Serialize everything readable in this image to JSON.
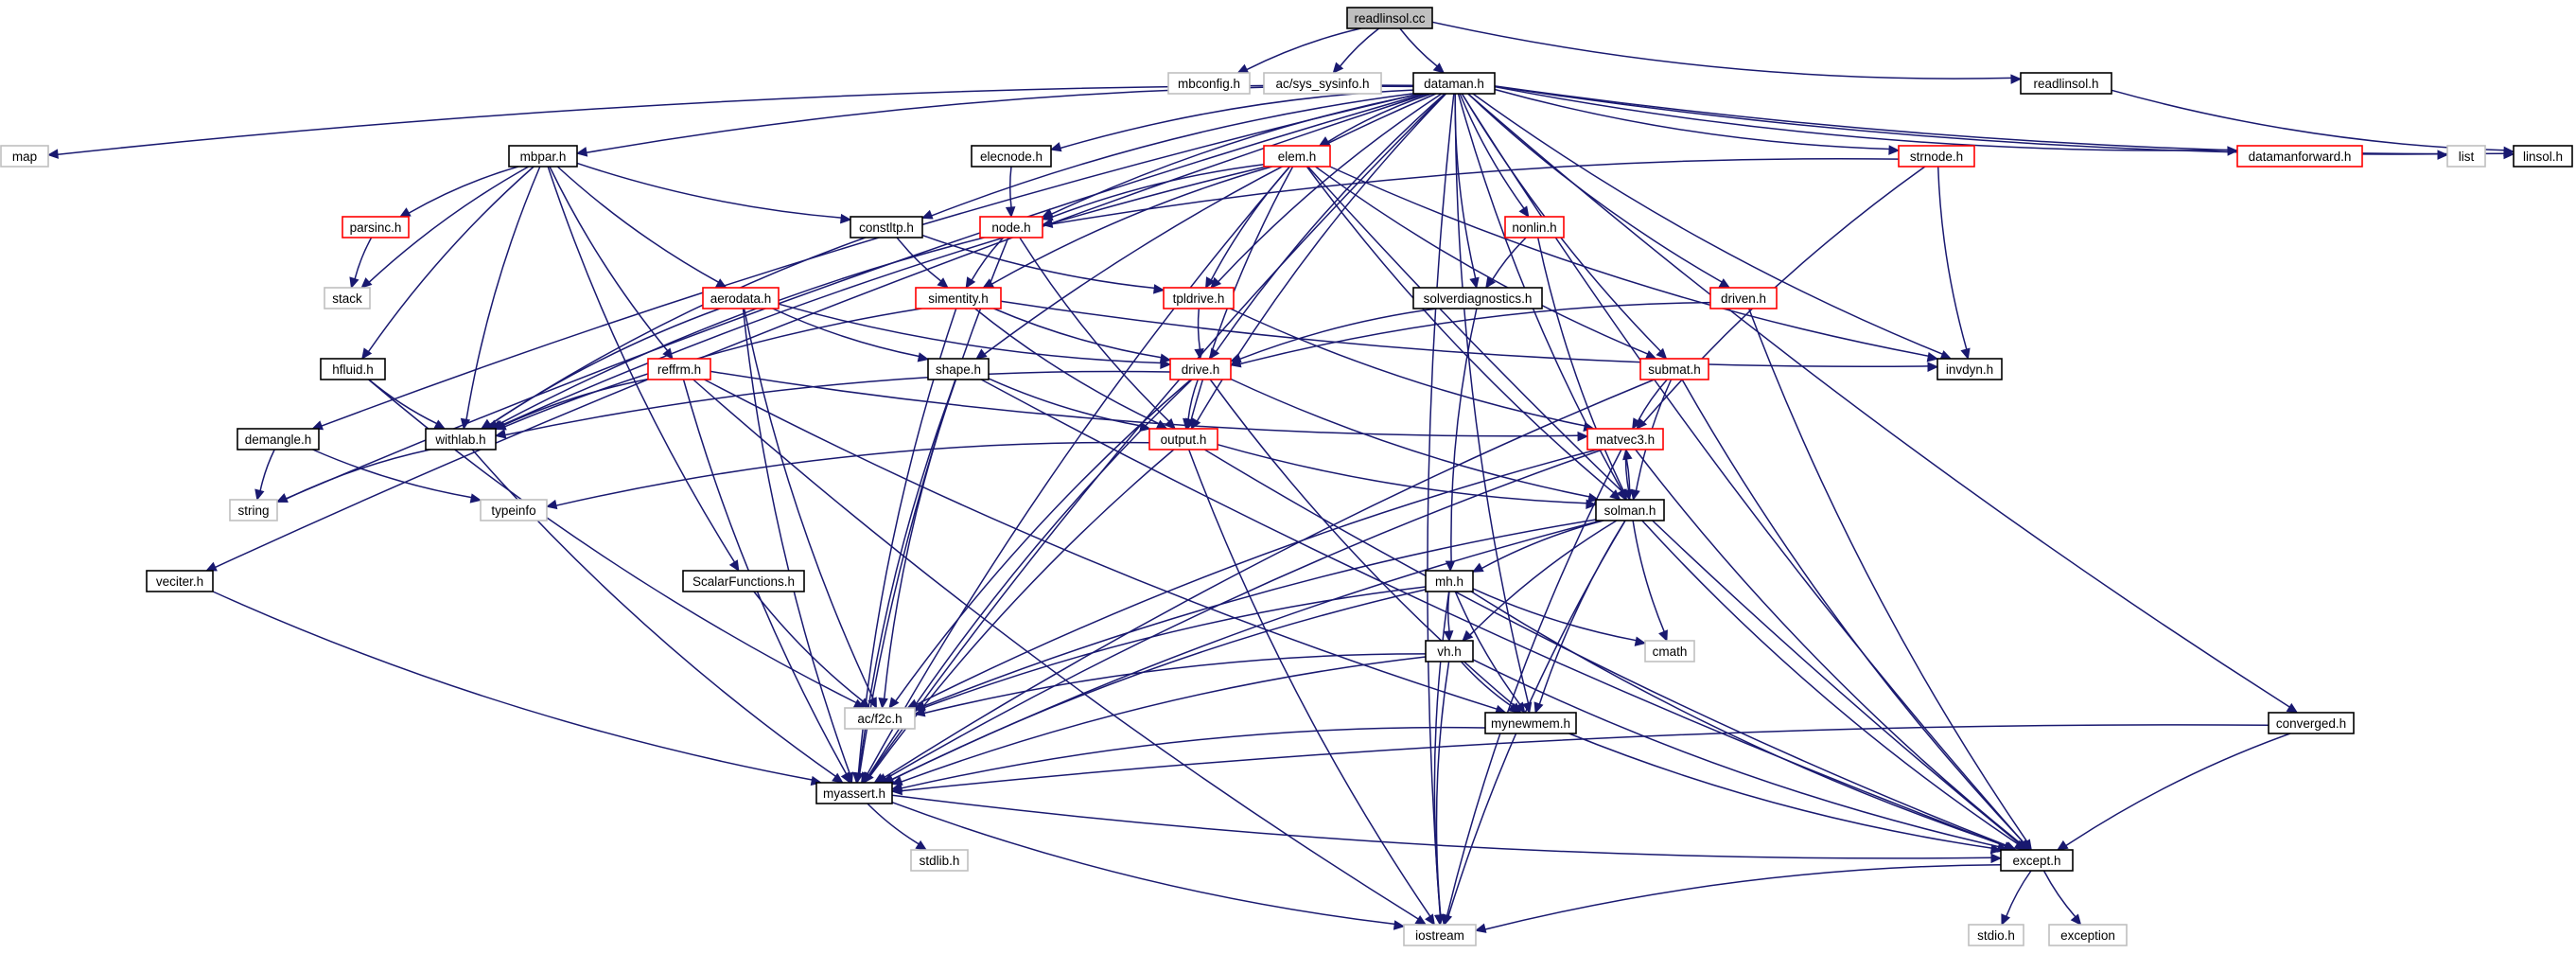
{
  "colors": {
    "edge": "#191970",
    "local_header_border": "#000000",
    "truncated_border": "#ff0000",
    "system_header_border": "#bfbfbf",
    "root_fill": "#bfbfbf",
    "background": "#ffffff"
  },
  "nodes": [
    {
      "id": "readlinsol_cc",
      "label": "readlinsol.cc",
      "kind": "root"
    },
    {
      "id": "mbconfig_h",
      "label": "mbconfig.h",
      "kind": "system"
    },
    {
      "id": "ac_sys_sysinfo_h",
      "label": "ac/sys_sysinfo.h",
      "kind": "system"
    },
    {
      "id": "dataman_h",
      "label": "dataman.h",
      "kind": "local"
    },
    {
      "id": "readlinsol_h",
      "label": "readlinsol.h",
      "kind": "local"
    },
    {
      "id": "map",
      "label": "map",
      "kind": "system"
    },
    {
      "id": "mbpar_h",
      "label": "mbpar.h",
      "kind": "local"
    },
    {
      "id": "elecnode_h",
      "label": "elecnode.h",
      "kind": "local"
    },
    {
      "id": "elem_h",
      "label": "elem.h",
      "kind": "truncated"
    },
    {
      "id": "strnode_h",
      "label": "strnode.h",
      "kind": "truncated"
    },
    {
      "id": "datamanforward_h",
      "label": "datamanforward.h",
      "kind": "truncated"
    },
    {
      "id": "list",
      "label": "list",
      "kind": "system"
    },
    {
      "id": "linsol_h",
      "label": "linsol.h",
      "kind": "local"
    },
    {
      "id": "parsinc_h",
      "label": "parsinc.h",
      "kind": "truncated"
    },
    {
      "id": "constltp_h",
      "label": "constltp.h",
      "kind": "local"
    },
    {
      "id": "node_h",
      "label": "node.h",
      "kind": "truncated"
    },
    {
      "id": "nonlin_h",
      "label": "nonlin.h",
      "kind": "truncated"
    },
    {
      "id": "stack",
      "label": "stack",
      "kind": "system"
    },
    {
      "id": "aerodata_h",
      "label": "aerodata.h",
      "kind": "truncated"
    },
    {
      "id": "simentity_h",
      "label": "simentity.h",
      "kind": "truncated"
    },
    {
      "id": "tpldrive_h",
      "label": "tpldrive.h",
      "kind": "truncated"
    },
    {
      "id": "solverdiagnostics_h",
      "label": "solverdiagnostics.h",
      "kind": "local"
    },
    {
      "id": "driven_h",
      "label": "driven.h",
      "kind": "truncated"
    },
    {
      "id": "invdyn_h",
      "label": "invdyn.h",
      "kind": "local"
    },
    {
      "id": "hfluid_h",
      "label": "hfluid.h",
      "kind": "local"
    },
    {
      "id": "reffrm_h",
      "label": "reffrm.h",
      "kind": "truncated"
    },
    {
      "id": "shape_h",
      "label": "shape.h",
      "kind": "local"
    },
    {
      "id": "drive_h",
      "label": "drive.h",
      "kind": "truncated"
    },
    {
      "id": "submat_h",
      "label": "submat.h",
      "kind": "truncated"
    },
    {
      "id": "demangle_h",
      "label": "demangle.h",
      "kind": "local"
    },
    {
      "id": "withlab_h",
      "label": "withlab.h",
      "kind": "local"
    },
    {
      "id": "output_h",
      "label": "output.h",
      "kind": "truncated"
    },
    {
      "id": "matvec3_h",
      "label": "matvec3.h",
      "kind": "truncated"
    },
    {
      "id": "string",
      "label": "string",
      "kind": "system"
    },
    {
      "id": "typeinfo",
      "label": "typeinfo",
      "kind": "system"
    },
    {
      "id": "solman_h",
      "label": "solman.h",
      "kind": "local"
    },
    {
      "id": "veciter_h",
      "label": "veciter.h",
      "kind": "local"
    },
    {
      "id": "scalarfunctions_h",
      "label": "ScalarFunctions.h",
      "kind": "local"
    },
    {
      "id": "mh_h",
      "label": "mh.h",
      "kind": "local"
    },
    {
      "id": "cmath",
      "label": "cmath",
      "kind": "system"
    },
    {
      "id": "vh_h",
      "label": "vh.h",
      "kind": "local"
    },
    {
      "id": "ac_f2c_h",
      "label": "ac/f2c.h",
      "kind": "system"
    },
    {
      "id": "mynewmem_h",
      "label": "mynewmem.h",
      "kind": "local"
    },
    {
      "id": "converged_h",
      "label": "converged.h",
      "kind": "local"
    },
    {
      "id": "myassert_h",
      "label": "myassert.h",
      "kind": "local"
    },
    {
      "id": "stdlib_h",
      "label": "stdlib.h",
      "kind": "system"
    },
    {
      "id": "except_h",
      "label": "except.h",
      "kind": "local"
    },
    {
      "id": "stdio_h",
      "label": "stdio.h",
      "kind": "system"
    },
    {
      "id": "exception",
      "label": "exception",
      "kind": "system"
    },
    {
      "id": "iostream",
      "label": "iostream",
      "kind": "system"
    }
  ],
  "edges": [
    [
      "readlinsol_cc",
      "mbconfig_h"
    ],
    [
      "readlinsol_cc",
      "ac_sys_sysinfo_h"
    ],
    [
      "readlinsol_cc",
      "dataman_h"
    ],
    [
      "readlinsol_cc",
      "readlinsol_h"
    ],
    [
      "readlinsol_h",
      "linsol_h"
    ],
    [
      "dataman_h",
      "map"
    ],
    [
      "dataman_h",
      "mbpar_h"
    ],
    [
      "dataman_h",
      "elecnode_h"
    ],
    [
      "dataman_h",
      "elem_h"
    ],
    [
      "dataman_h",
      "strnode_h"
    ],
    [
      "dataman_h",
      "datamanforward_h"
    ],
    [
      "dataman_h",
      "list"
    ],
    [
      "dataman_h",
      "linsol_h"
    ],
    [
      "dataman_h",
      "constltp_h"
    ],
    [
      "dataman_h",
      "node_h"
    ],
    [
      "dataman_h",
      "nonlin_h"
    ],
    [
      "dataman_h",
      "solverdiagnostics_h"
    ],
    [
      "dataman_h",
      "driven_h"
    ],
    [
      "dataman_h",
      "invdyn_h"
    ],
    [
      "dataman_h",
      "tpldrive_h"
    ],
    [
      "dataman_h",
      "shape_h"
    ],
    [
      "dataman_h",
      "drive_h"
    ],
    [
      "dataman_h",
      "submat_h"
    ],
    [
      "dataman_h",
      "demangle_h"
    ],
    [
      "dataman_h",
      "output_h"
    ],
    [
      "dataman_h",
      "string"
    ],
    [
      "dataman_h",
      "solman_h"
    ],
    [
      "dataman_h",
      "veciter_h"
    ],
    [
      "dataman_h",
      "myassert_h"
    ],
    [
      "dataman_h",
      "mynewmem_h"
    ],
    [
      "dataman_h",
      "converged_h"
    ],
    [
      "dataman_h",
      "except_h"
    ],
    [
      "dataman_h",
      "iostream"
    ],
    [
      "mbpar_h",
      "parsinc_h"
    ],
    [
      "mbpar_h",
      "stack"
    ],
    [
      "mbpar_h",
      "constltp_h"
    ],
    [
      "mbpar_h",
      "aerodata_h"
    ],
    [
      "mbpar_h",
      "hfluid_h"
    ],
    [
      "mbpar_h",
      "reffrm_h"
    ],
    [
      "mbpar_h",
      "scalarfunctions_h"
    ],
    [
      "mbpar_h",
      "withlab_h"
    ],
    [
      "parsinc_h",
      "stack"
    ],
    [
      "elecnode_h",
      "node_h"
    ],
    [
      "elem_h",
      "node_h"
    ],
    [
      "elem_h",
      "simentity_h"
    ],
    [
      "elem_h",
      "tpldrive_h"
    ],
    [
      "elem_h",
      "withlab_h"
    ],
    [
      "elem_h",
      "output_h"
    ],
    [
      "elem_h",
      "submat_h"
    ],
    [
      "elem_h",
      "invdyn_h"
    ],
    [
      "elem_h",
      "solman_h"
    ],
    [
      "elem_h",
      "myassert_h"
    ],
    [
      "elem_h",
      "except_h"
    ],
    [
      "strnode_h",
      "node_h"
    ],
    [
      "strnode_h",
      "invdyn_h"
    ],
    [
      "strnode_h",
      "matvec3_h"
    ],
    [
      "constltp_h",
      "simentity_h"
    ],
    [
      "constltp_h",
      "tpldrive_h"
    ],
    [
      "constltp_h",
      "withlab_h"
    ],
    [
      "node_h",
      "simentity_h"
    ],
    [
      "node_h",
      "withlab_h"
    ],
    [
      "node_h",
      "output_h"
    ],
    [
      "node_h",
      "myassert_h"
    ],
    [
      "nonlin_h",
      "solverdiagnostics_h"
    ],
    [
      "nonlin_h",
      "solman_h"
    ],
    [
      "aerodata_h",
      "shape_h"
    ],
    [
      "aerodata_h",
      "drive_h"
    ],
    [
      "aerodata_h",
      "withlab_h"
    ],
    [
      "aerodata_h",
      "ac_f2c_h"
    ],
    [
      "aerodata_h",
      "myassert_h"
    ],
    [
      "simentity_h",
      "drive_h"
    ],
    [
      "simentity_h",
      "output_h"
    ],
    [
      "simentity_h",
      "invdyn_h"
    ],
    [
      "simentity_h",
      "withlab_h"
    ],
    [
      "simentity_h",
      "myassert_h"
    ],
    [
      "tpldrive_h",
      "drive_h"
    ],
    [
      "tpldrive_h",
      "matvec3_h"
    ],
    [
      "solverdiagnostics_h",
      "drive_h"
    ],
    [
      "solverdiagnostics_h",
      "mh_h"
    ],
    [
      "driven_h",
      "drive_h"
    ],
    [
      "driven_h",
      "except_h"
    ],
    [
      "hfluid_h",
      "withlab_h"
    ],
    [
      "hfluid_h",
      "ac_f2c_h"
    ],
    [
      "reffrm_h",
      "withlab_h"
    ],
    [
      "reffrm_h",
      "matvec3_h"
    ],
    [
      "reffrm_h",
      "myassert_h"
    ],
    [
      "reffrm_h",
      "mynewmem_h"
    ],
    [
      "reffrm_h",
      "iostream"
    ],
    [
      "shape_h",
      "output_h"
    ],
    [
      "shape_h",
      "ac_f2c_h"
    ],
    [
      "shape_h",
      "myassert_h"
    ],
    [
      "shape_h",
      "except_h"
    ],
    [
      "drive_h",
      "withlab_h"
    ],
    [
      "drive_h",
      "output_h"
    ],
    [
      "drive_h",
      "solman_h"
    ],
    [
      "drive_h",
      "mynewmem_h"
    ],
    [
      "drive_h",
      "ac_f2c_h"
    ],
    [
      "drive_h",
      "myassert_h"
    ],
    [
      "submat_h",
      "matvec3_h"
    ],
    [
      "submat_h",
      "solman_h"
    ],
    [
      "submat_h",
      "myassert_h"
    ],
    [
      "submat_h",
      "except_h"
    ],
    [
      "demangle_h",
      "string"
    ],
    [
      "demangle_h",
      "typeinfo"
    ],
    [
      "withlab_h",
      "string"
    ],
    [
      "withlab_h",
      "myassert_h"
    ],
    [
      "output_h",
      "typeinfo"
    ],
    [
      "output_h",
      "solman_h"
    ],
    [
      "output_h",
      "iostream"
    ],
    [
      "output_h",
      "myassert_h"
    ],
    [
      "output_h",
      "except_h"
    ],
    [
      "matvec3_h",
      "solman_h"
    ],
    [
      "matvec3_h",
      "ac_f2c_h"
    ],
    [
      "matvec3_h",
      "myassert_h"
    ],
    [
      "matvec3_h",
      "except_h"
    ],
    [
      "matvec3_h",
      "iostream"
    ],
    [
      "solman_h",
      "matvec3_h"
    ],
    [
      "solman_h",
      "mh_h"
    ],
    [
      "solman_h",
      "vh_h"
    ],
    [
      "solman_h",
      "cmath"
    ],
    [
      "solman_h",
      "ac_f2c_h"
    ],
    [
      "solman_h",
      "myassert_h"
    ],
    [
      "solman_h",
      "mynewmem_h"
    ],
    [
      "solman_h",
      "except_h"
    ],
    [
      "solman_h",
      "iostream"
    ],
    [
      "veciter_h",
      "myassert_h"
    ],
    [
      "scalarfunctions_h",
      "ac_f2c_h"
    ],
    [
      "mh_h",
      "vh_h"
    ],
    [
      "mh_h",
      "cmath"
    ],
    [
      "mh_h",
      "ac_f2c_h"
    ],
    [
      "mh_h",
      "myassert_h"
    ],
    [
      "mh_h",
      "mynewmem_h"
    ],
    [
      "mh_h",
      "except_h"
    ],
    [
      "mh_h",
      "iostream"
    ],
    [
      "vh_h",
      "ac_f2c_h"
    ],
    [
      "vh_h",
      "myassert_h"
    ],
    [
      "vh_h",
      "mynewmem_h"
    ],
    [
      "vh_h",
      "except_h"
    ],
    [
      "vh_h",
      "iostream"
    ],
    [
      "mynewmem_h",
      "myassert_h"
    ],
    [
      "mynewmem_h",
      "except_h"
    ],
    [
      "converged_h",
      "myassert_h"
    ],
    [
      "converged_h",
      "except_h"
    ],
    [
      "myassert_h",
      "stdlib_h"
    ],
    [
      "myassert_h",
      "except_h"
    ],
    [
      "myassert_h",
      "iostream"
    ],
    [
      "except_h",
      "stdio_h"
    ],
    [
      "except_h",
      "exception"
    ],
    [
      "except_h",
      "iostream"
    ]
  ]
}
